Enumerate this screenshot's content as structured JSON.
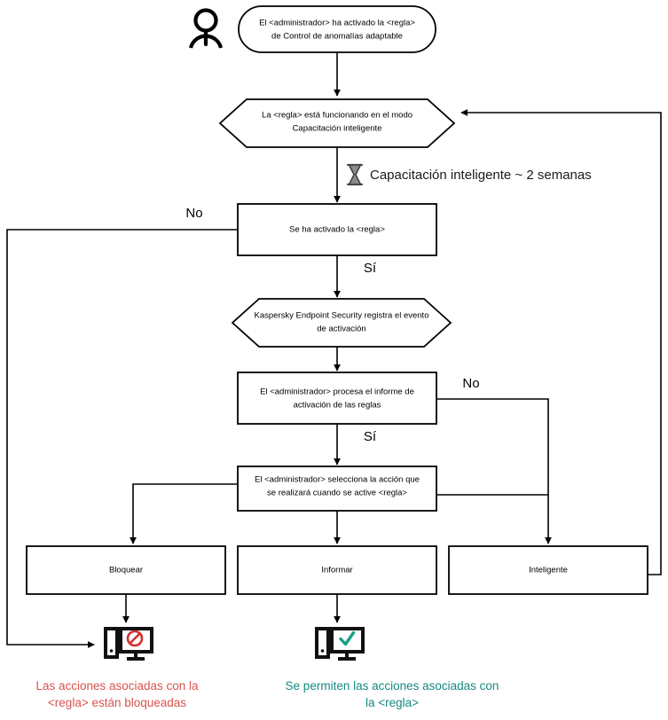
{
  "diagram": {
    "title": "Adaptive Anomaly Control rule lifecycle flowchart",
    "language": "es",
    "colors": {
      "line": "#000000",
      "blocked_text": "#d9534f",
      "allowed_text": "#15897f",
      "block_icon_accent": "#d32f2f",
      "allow_icon_accent": "#16a085"
    }
  },
  "nodes": {
    "actor": {
      "icon": "user-actor-icon"
    },
    "start": {
      "shape": "rounded-rectangle",
      "line1": "El <administrador> ha activado la <regla>",
      "line2": "de Control de anomalías adaptable"
    },
    "smart_training": {
      "shape": "hexagon",
      "line1": "La <regla> está funcionando en el modo",
      "line2": "Capacitación inteligente"
    },
    "rule_triggered": {
      "shape": "rectangle",
      "line1": "Se ha activado la <regla>"
    },
    "kes_logs_event": {
      "shape": "hexagon",
      "line1": "Kaspersky Endpoint Security registra el evento",
      "line2": "de activación"
    },
    "admin_processes_report": {
      "shape": "rectangle",
      "line1": "El <administrador> procesa el informe de",
      "line2": "activación de las reglas"
    },
    "admin_selects_action": {
      "shape": "rectangle",
      "line1": "El <administrador> selecciona la acción que",
      "line2": "se realizará cuando se active <regla>"
    },
    "action_block": {
      "shape": "rectangle",
      "label": "Bloquear"
    },
    "action_inform": {
      "shape": "rectangle",
      "label": "Informar"
    },
    "action_smart": {
      "shape": "rectangle",
      "label": "Inteligente"
    }
  },
  "annotations": {
    "timer_note": {
      "icon": "hourglass-icon",
      "text": "Capacitación inteligente ~ 2 semanas"
    }
  },
  "edge_labels": {
    "triggered_no": "No",
    "triggered_yes": "Sí",
    "report_no": "No",
    "report_yes": "Sí"
  },
  "outcomes": {
    "blocked": {
      "icon": "monitor-blocked-icon",
      "line1": "Las acciones asociadas con la",
      "line2": "<regla> están bloqueadas"
    },
    "allowed": {
      "icon": "monitor-allowed-icon",
      "line1": "Se permiten las acciones asociadas con",
      "line2": "la <regla>"
    }
  }
}
